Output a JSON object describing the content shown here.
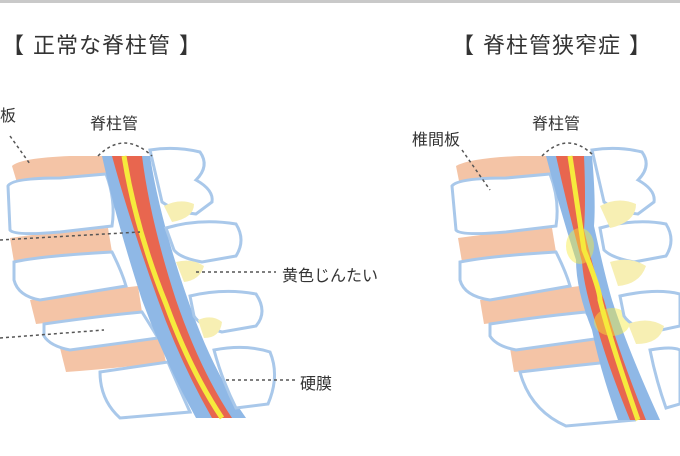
{
  "headings": {
    "normal": "【 正常な脊柱管 】",
    "stenosis": "【 脊柱管狭窄症 】"
  },
  "labels": {
    "disc_partial": "板",
    "canal_left": "脊柱管",
    "ligament": "黄色じんたい",
    "dura": "硬膜",
    "disc_right": "椎間板",
    "canal_right": "脊柱管"
  },
  "colors": {
    "bone_fill": "#ffffff",
    "bone_outline": "#a9c8ea",
    "canal": "#8fb8e6",
    "dura": "#e8664f",
    "nerve": "#f6ea3c",
    "disc": "#f4c4a6",
    "ligament": "#f7efb3",
    "leader": "#555555"
  }
}
